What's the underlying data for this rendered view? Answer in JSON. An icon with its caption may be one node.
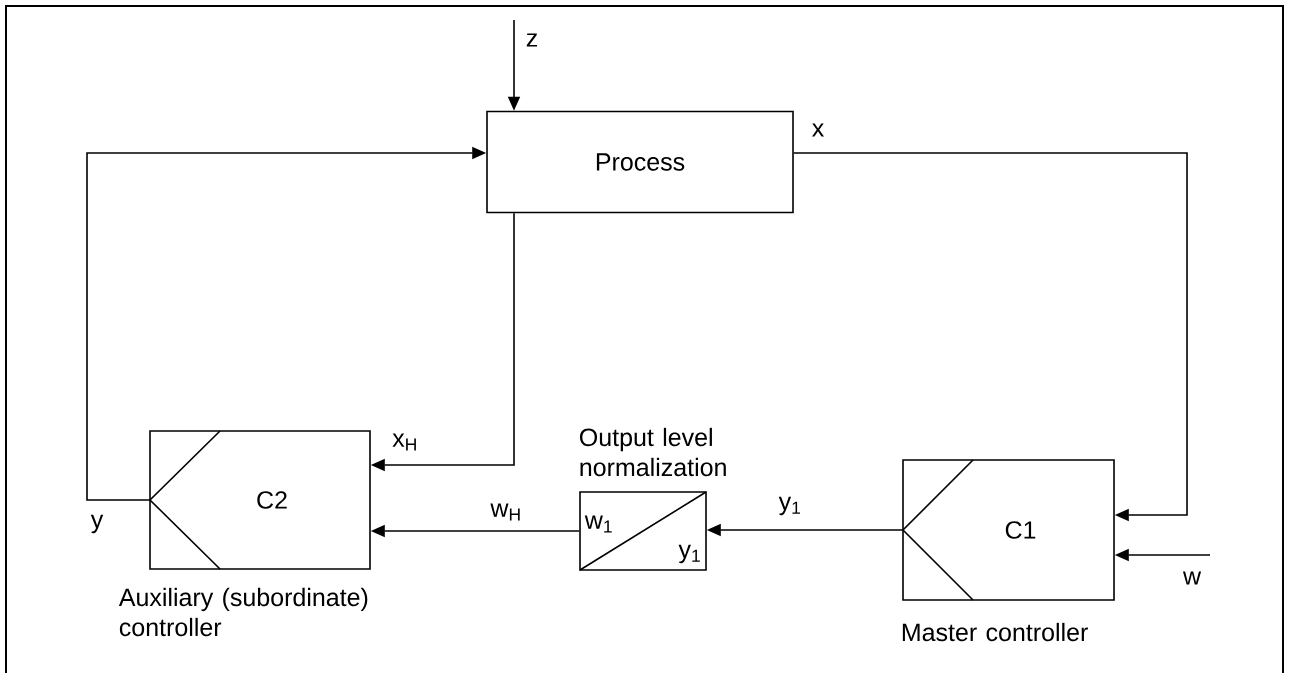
{
  "diagram": {
    "nodes": [
      {
        "text": [
          "Process"
        ]
      },
      {
        "text": [
          "C2"
        ],
        "beside": [
          "Auxiliary (subordinate) controller"
        ]
      },
      {
        "text": [
          "w$_{1}$",
          "y$_{1}$"
        ],
        "beside": [
          "Output level normalization"
        ]
      },
      {
        "text": [
          "C1"
        ],
        "beside": [
          "Master controller"
        ]
      }
    ],
    "edges": [
      {
        "from": null,
        "to": 0,
        "arrow": "to",
        "label": "z"
      },
      {
        "from": 0,
        "to": 3,
        "arrow": "to",
        "label": "x"
      },
      {
        "from": 0,
        "to": 1,
        "arrow": "to",
        "label": "x$_{H}$"
      },
      {
        "from": 1,
        "to": 0,
        "arrow": "to",
        "label": "y"
      },
      {
        "from": 2,
        "to": 1,
        "arrow": "to",
        "label": "w$_{H}$"
      },
      {
        "from": 3,
        "to": 2,
        "arrow": "to",
        "label": "y$_{1}$"
      },
      {
        "from": null,
        "to": 3,
        "arrow": "to",
        "label": "w"
      }
    ]
  }
}
